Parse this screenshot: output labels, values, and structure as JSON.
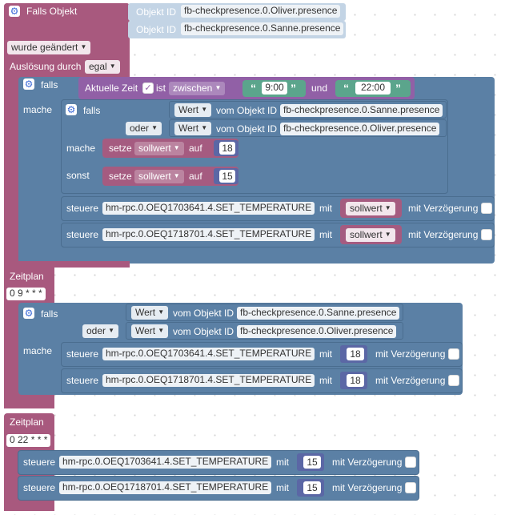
{
  "main_trigger": {
    "title": "Falls Objekt",
    "object_id_label": "Objekt ID",
    "object_ids": [
      "fb-checkpresence.0.Oliver.presence",
      "fb-checkpresence.0.Sanne.presence"
    ],
    "change_mode": "wurde geändert",
    "trigger_by_label": "Auslösung durch",
    "trigger_by_value": "egal",
    "if_block": {
      "falls_label": "falls",
      "time_condition": {
        "label": "Aktuelle Zeit",
        "ist_label": "ist",
        "op": "zwischen",
        "from": "9:00",
        "and_label": "und",
        "to": "22:00"
      },
      "mache_label": "mache",
      "nested_if": {
        "falls_label": "falls",
        "oder_label": "oder",
        "wert_label": "Wert",
        "vom_objekt_label": "vom Objekt ID",
        "obj1": "fb-checkpresence.0.Sanne.presence",
        "obj2": "fb-checkpresence.0.Oliver.presence",
        "mache_label": "mache",
        "sonst_label": "sonst",
        "setze_label": "setze",
        "var_name": "sollwert",
        "auf_label": "auf",
        "then_value": "18",
        "else_value": "15"
      },
      "controls": [
        {
          "steuere": "steuere",
          "target": "hm-rpc.0.OEQ1703641.4.SET_TEMPERATURE",
          "mit": "mit",
          "value": "sollwert",
          "delay": "mit Verzögerung"
        },
        {
          "steuere": "steuere",
          "target": "hm-rpc.0.OEQ1718701.4.SET_TEMPERATURE",
          "mit": "mit",
          "value": "sollwert",
          "delay": "mit Verzögerung"
        }
      ]
    }
  },
  "schedule1": {
    "title": "Zeitplan",
    "cron": "0 9 * * *",
    "if_block": {
      "falls_label": "falls",
      "oder_label": "oder",
      "wert_label": "Wert",
      "vom_objekt_label": "vom Objekt ID",
      "obj1": "fb-checkpresence.0.Sanne.presence",
      "obj2": "fb-checkpresence.0.Oliver.presence",
      "mache_label": "mache"
    },
    "controls": [
      {
        "steuere": "steuere",
        "target": "hm-rpc.0.OEQ1703641.4.SET_TEMPERATURE",
        "mit": "mit",
        "value": "18",
        "delay": "mit Verzögerung"
      },
      {
        "steuere": "steuere",
        "target": "hm-rpc.0.OEQ1718701.4.SET_TEMPERATURE",
        "mit": "mit",
        "value": "18",
        "delay": "mit Verzögerung"
      }
    ]
  },
  "schedule2": {
    "title": "Zeitplan",
    "cron": "0 22 * * *",
    "controls": [
      {
        "steuere": "steuere",
        "target": "hm-rpc.0.OEQ1703641.4.SET_TEMPERATURE",
        "mit": "mit",
        "value": "15",
        "delay": "mit Verzögerung"
      },
      {
        "steuere": "steuere",
        "target": "hm-rpc.0.OEQ1718701.4.SET_TEMPERATURE",
        "mit": "mit",
        "value": "15",
        "delay": "mit Verzögerung"
      }
    ]
  },
  "colors": {
    "trigger": "#a8597e",
    "logic": "#5b80a5",
    "time": "#9160a6",
    "variable": "#a55b80",
    "math": "#5b67a5",
    "text": "#5ba58c",
    "gear_icon": "#3d6bd7"
  },
  "icons": [
    "gear-icon",
    "dropdown-arrow-icon",
    "checkbox-icon",
    "quote-icon"
  ]
}
